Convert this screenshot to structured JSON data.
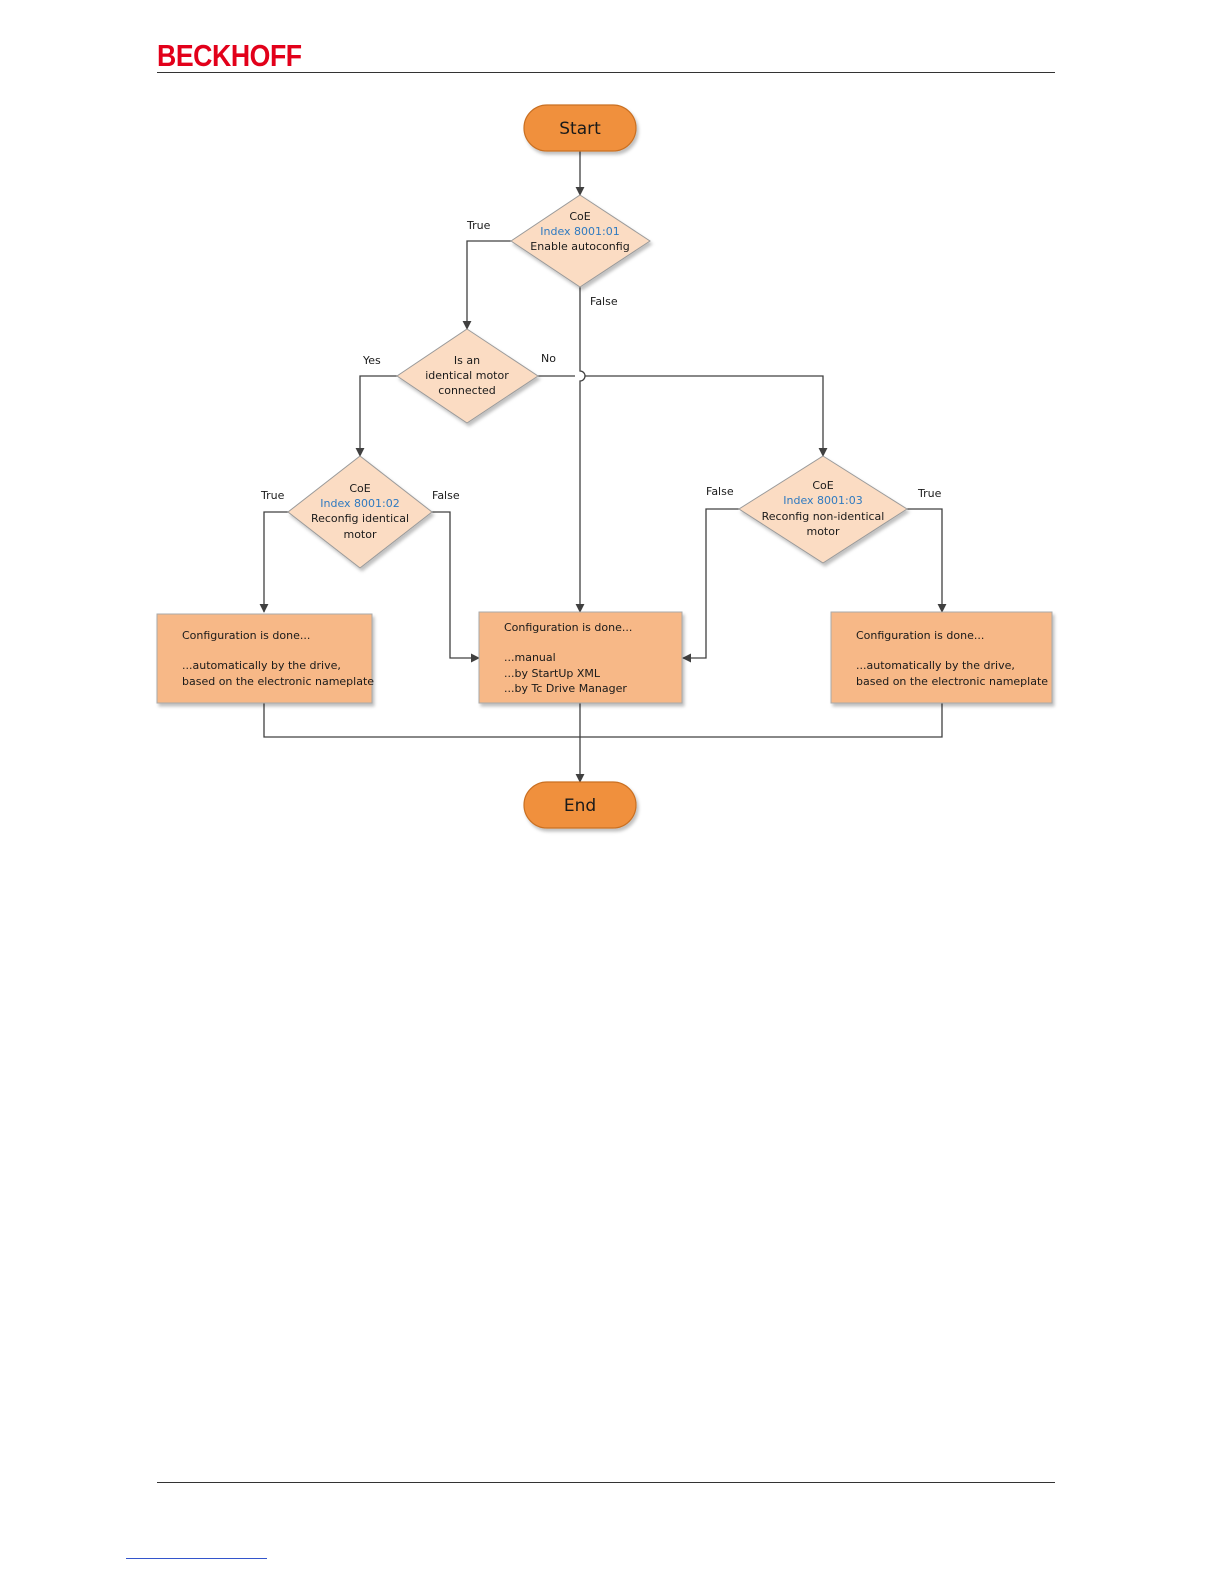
{
  "header": {
    "logo_text": "BECKHOFF",
    "logo_color": "#e2001a"
  },
  "colors": {
    "terminal_fill": "#f0903e",
    "terminal_stroke": "#c96f22",
    "decision_fill": "#fbdcc3",
    "decision_stroke": "#9a9a9a",
    "process_fill": "#f7b887",
    "process_stroke": "#aaaaaa",
    "text": "#1a1a1a",
    "index_text": "#2f7ac0",
    "line": "#404040"
  },
  "nodes": {
    "start": {
      "label": "Start"
    },
    "end": {
      "label": "End"
    },
    "autoconfig": {
      "line1": "CoE",
      "line2": "Index 8001:01",
      "line3": "Enable autoconfig"
    },
    "identical_check": {
      "line1": "Is an",
      "line2": "identical motor",
      "line3": "connected"
    },
    "reconfig_identical": {
      "line1": "CoE",
      "line2": "Index 8001:02",
      "line3": "Reconfig identical",
      "line4": "motor"
    },
    "reconfig_nonidentical": {
      "line1": "CoE",
      "line2": "Index 8001:03",
      "line3": "Reconfig non-identical",
      "line4": "motor"
    },
    "done_left": {
      "line1": "Configuration is done...",
      "line2": "...automatically by the drive,",
      "line3": "based on the electronic nameplate"
    },
    "done_center": {
      "line1": "Configuration is done...",
      "line2": "...manual",
      "line3": "...by StartUp XML",
      "line4": "...by Tc Drive Manager"
    },
    "done_right": {
      "line1": "Configuration is done...",
      "line2": "...automatically by the drive,",
      "line3": "based on the electronic nameplate"
    }
  },
  "edge_labels": {
    "autoconfig_true": "True",
    "autoconfig_false": "False",
    "identical_yes": "Yes",
    "identical_no": "No",
    "reconfig_identical_true": "True",
    "reconfig_identical_false": "False",
    "reconfig_nonidentical_false": "False",
    "reconfig_nonidentical_true": "True"
  }
}
